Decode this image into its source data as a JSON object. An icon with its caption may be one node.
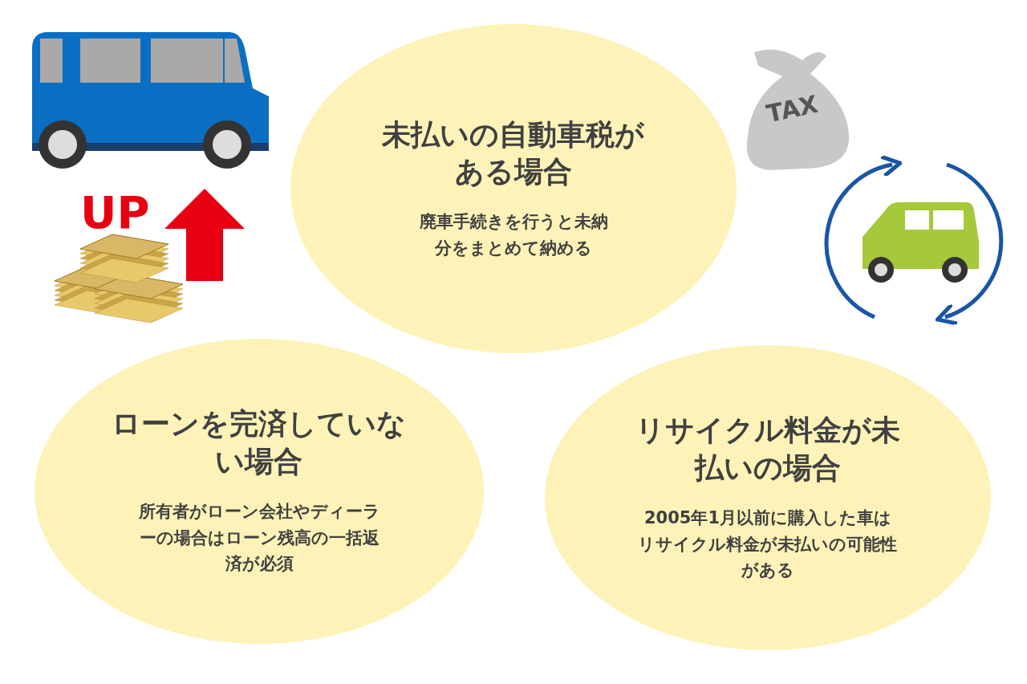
{
  "diagram": {
    "nodes": [
      {
        "text": [
          "未払いの自動車税がある場合",
          "廃車手続きを行うと未納分をまとめて納める"
        ]
      },
      {
        "text": [
          "ローンを完済していない場合",
          "所有者がローン会社やディーラーの場合はローン残高の一括返済が必須"
        ]
      },
      {
        "text": [
          "リサイクル料金が未払いの場合",
          "2005年1月以前に購入した車はリサイクル料金が未払いの可能性がある"
        ]
      }
    ],
    "labels": [
      "UP",
      "TAX"
    ]
  }
}
